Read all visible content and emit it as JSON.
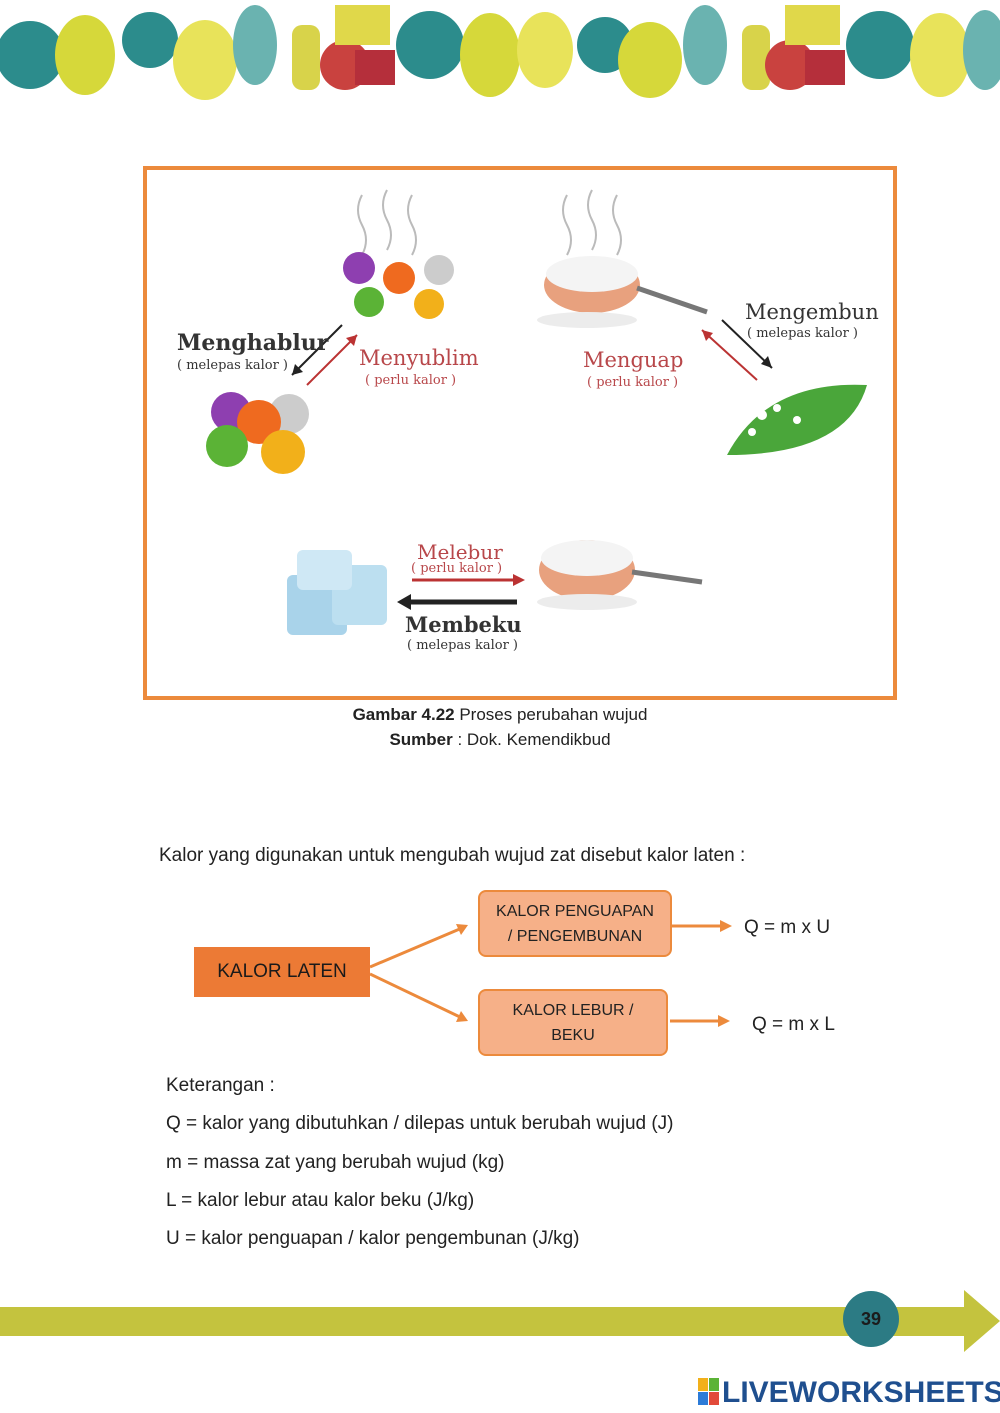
{
  "figure": {
    "labels": {
      "menghablur": "Menghablur",
      "menghablur_note": "( melepas kalor )",
      "menyublim": "Menyublim",
      "menyublim_note": "( perlu kalor )",
      "menguap": "Menguap",
      "menguap_note": "( perlu kalor )",
      "mengembun": "Mengembun",
      "mengembun_note": "( melepas kalor )",
      "melebur": "Melebur",
      "melebur_note": "( perlu kalor )",
      "membeku": "Membeku",
      "membeku_note": "( melepas kalor )"
    },
    "caption_bold": "Gambar 4.22",
    "caption_text": " Proses perubahan wujud",
    "source_bold": "Sumber",
    "source_text": " : Dok. Kemendikbud"
  },
  "intro": "Kalor yang digunakan untuk mengubah wujud zat disebut kalor laten :",
  "diagram": {
    "root": "KALOR LATEN",
    "branch_top": "KALOR PENGUAPAN\n/ PENGEMBUNAN",
    "branch_bottom": "KALOR LEBUR /\nBEKU",
    "formula_top": "Q = m x U",
    "formula_bottom": "Q = m x L"
  },
  "keterangan": {
    "title": "Keterangan :",
    "items": [
      "Q = kalor yang dibutuhkan / dilepas untuk berubah wujud (J)",
      "m = massa zat yang berubah wujud (kg)",
      "L = kalor lebur atau kalor beku (J/kg)",
      "U = kalor penguapan / kalor pengembunan (J/kg)"
    ]
  },
  "page_number": "39",
  "brand": "LIVEWORKSHEETS",
  "colors": {
    "accent": "#ec8a3c",
    "band": "#c4c33e",
    "badge": "#2c7b84"
  }
}
